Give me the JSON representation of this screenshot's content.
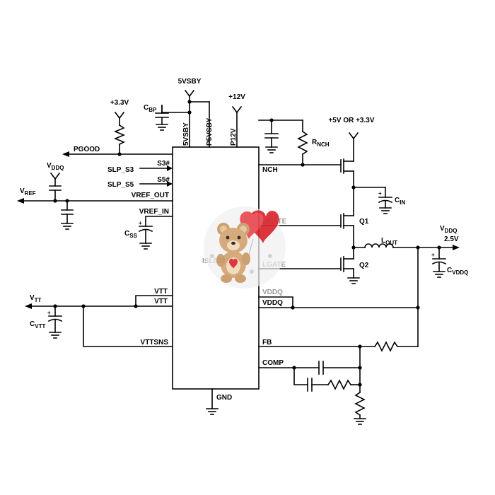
{
  "ic": {
    "part": "ISL6532",
    "pins": {
      "vsby5": "5VSBY",
      "p5vsby": "P5VSBY",
      "p12v": "P12V",
      "s3": "S3#",
      "s5": "S5#",
      "vref_out": "VREF_OUT",
      "vref_in": "VREF_IN",
      "vtt1": "VTT",
      "vtt2": "VTT",
      "vttsns": "VTTSNS",
      "nch": "NCH",
      "ugate": "UGATE",
      "lgate": "LGATE",
      "vddq1": "VDDQ",
      "vddq2": "VDDQ",
      "fb": "FB",
      "comp": "COMP",
      "gnd": "GND"
    }
  },
  "nets": {
    "vsby5_rail": "5VSBY",
    "v33": "+3.3V",
    "v12": "+12V",
    "v5_or_33": "+5V OR +3.3V",
    "pgood": "PGOOD",
    "slp_s3": "SLP_S3",
    "slp_s5": "SLP_S5",
    "vddq_main": "V",
    "vddq_main_sub": "DDQ",
    "vddq_value": "2.5V",
    "vddq_left": "V",
    "vddq_left_sub": "DDQ",
    "vref": "V",
    "vref_sub": "REF",
    "vtt": "V",
    "vtt_sub": "TT"
  },
  "components": {
    "cbp": "C",
    "cbp_sub": "BP",
    "rnch": "R",
    "rnch_sub": "NCH",
    "cin": "C",
    "cin_sub": "IN",
    "css": "C",
    "css_sub": "SS",
    "cvtt": "C",
    "cvtt_sub": "VTT",
    "cvddq": "C",
    "cvddq_sub": "VDDQ",
    "lout": "L",
    "lout_sub": "OUT",
    "q1": "Q1",
    "q2": "Q2",
    "plus": "+"
  },
  "overlay": {
    "watermark_icon": "teddy-bear-heart-icon"
  }
}
